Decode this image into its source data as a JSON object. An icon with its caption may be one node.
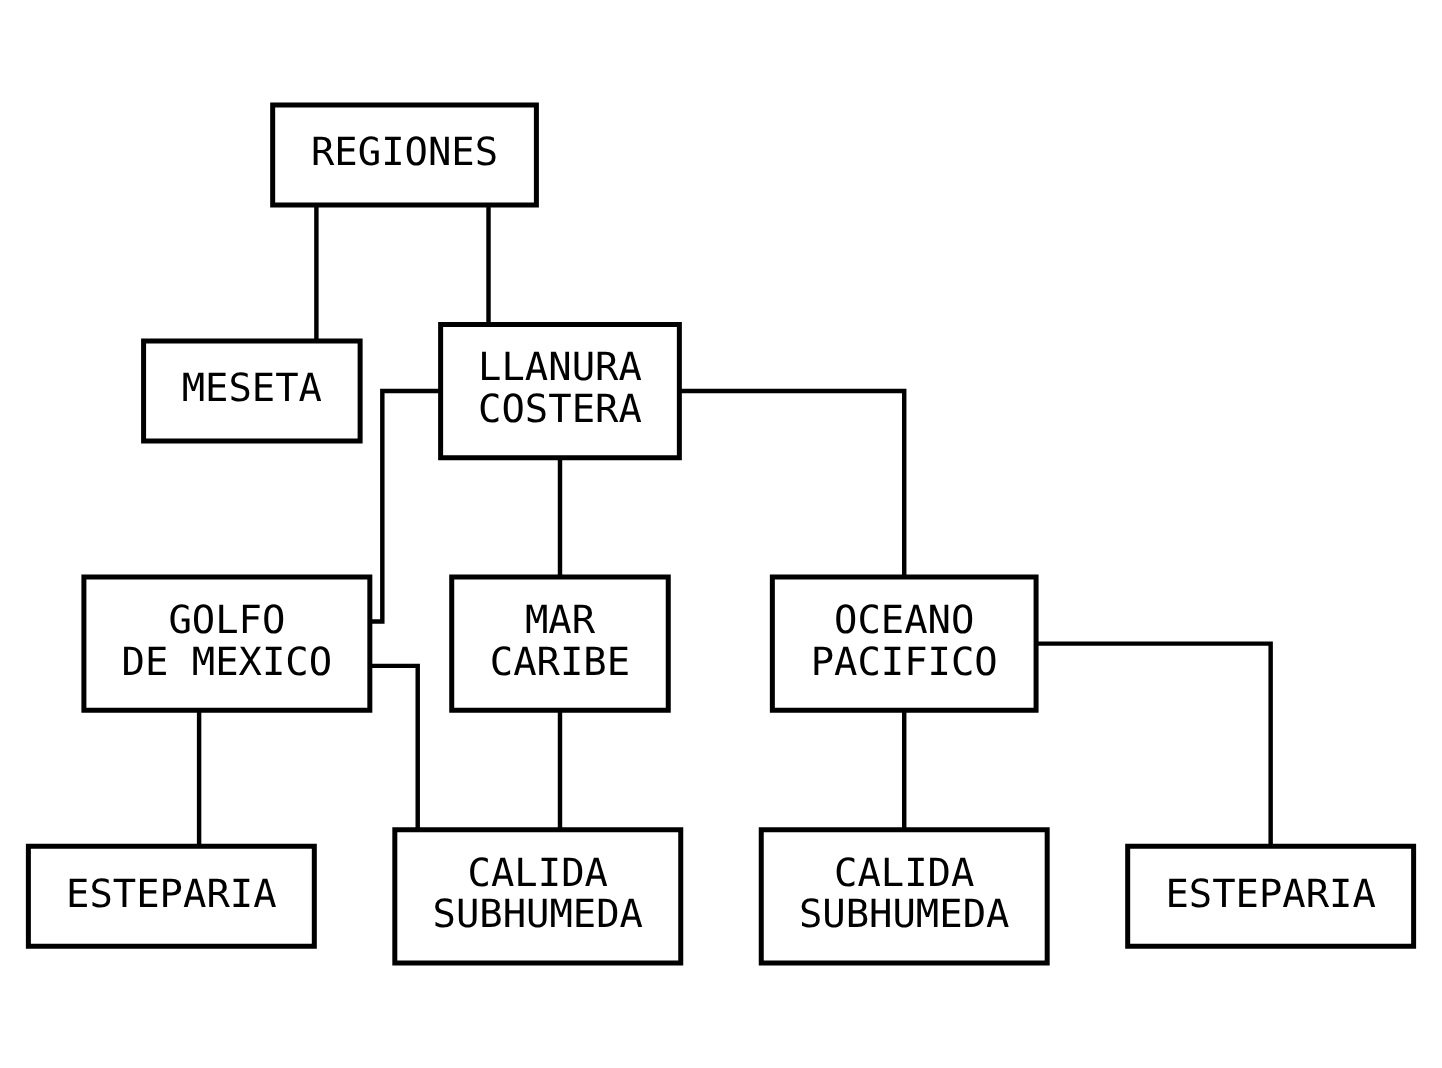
{
  "diagram": {
    "nodes": [
      {
        "text": [
          "REGIONES"
        ]
      },
      {
        "text": [
          "MESETA"
        ]
      },
      {
        "text": [
          "LLANURA COSTERA"
        ]
      },
      {
        "text": [
          "GOLFO DE MEXICO"
        ]
      },
      {
        "text": [
          "MAR CARIBE"
        ]
      },
      {
        "text": [
          "OCEANO PACIFICO"
        ]
      },
      {
        "text": [
          "ESTEPARIA"
        ]
      },
      {
        "text": [
          "CALIDA SUBHUMEDA"
        ]
      },
      {
        "text": [
          "CALIDA SUBHUMEDA"
        ]
      },
      {
        "text": [
          "ESTEPARIA"
        ]
      }
    ],
    "edges": [
      {
        "from": 0,
        "to": 1,
        "arrow": "none"
      },
      {
        "from": 0,
        "to": 2,
        "arrow": "none"
      },
      {
        "from": 2,
        "to": 3,
        "arrow": "none"
      },
      {
        "from": 2,
        "to": 4,
        "arrow": "none"
      },
      {
        "from": 2,
        "to": 5,
        "arrow": "none"
      },
      {
        "from": 3,
        "to": 6,
        "arrow": "none"
      },
      {
        "from": 3,
        "to": 7,
        "arrow": "none"
      },
      {
        "from": 4,
        "to": 7,
        "arrow": "none"
      },
      {
        "from": 5,
        "to": 8,
        "arrow": "none"
      },
      {
        "from": 5,
        "to": 9,
        "arrow": "none"
      }
    ]
  }
}
